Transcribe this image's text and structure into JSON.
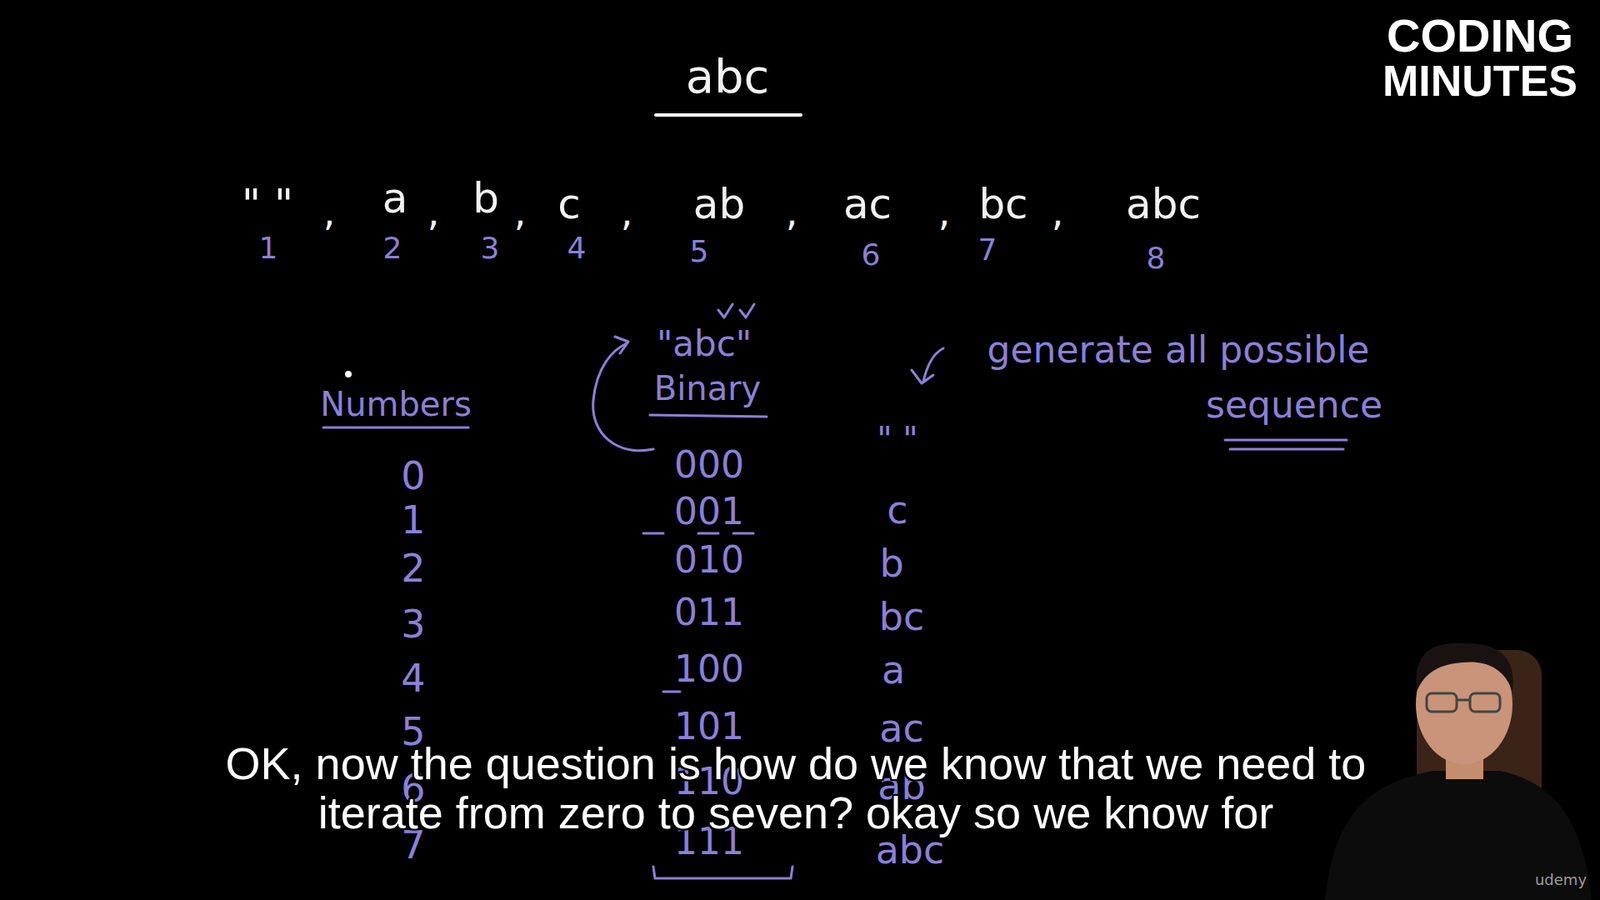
{
  "diagram": {
    "title": "abc",
    "labels": [
      "\" \"",
      ",",
      "a",
      ",",
      "b",
      ",",
      "c",
      ",",
      "ab",
      ",",
      "ac",
      ",",
      "bc",
      ",",
      "abc",
      "1",
      "2",
      "3",
      "4",
      "5",
      "6",
      "7",
      "8",
      "\"abc\"",
      "Binary",
      "Numbers",
      "generate all possible",
      "sequence",
      "0",
      "1",
      "2",
      "3",
      "4",
      "5",
      "6",
      "7",
      "000",
      "001",
      "010",
      "011",
      "100",
      "101",
      "110",
      "111",
      "\" \"",
      "c",
      "b",
      "bc",
      "a",
      "ac",
      "ab",
      "abc",
      "CODING",
      "MINUTES",
      "OK, now the question is how do we know that we need to iterate from zero to seven? okay so we know for",
      "udemy"
    ]
  }
}
